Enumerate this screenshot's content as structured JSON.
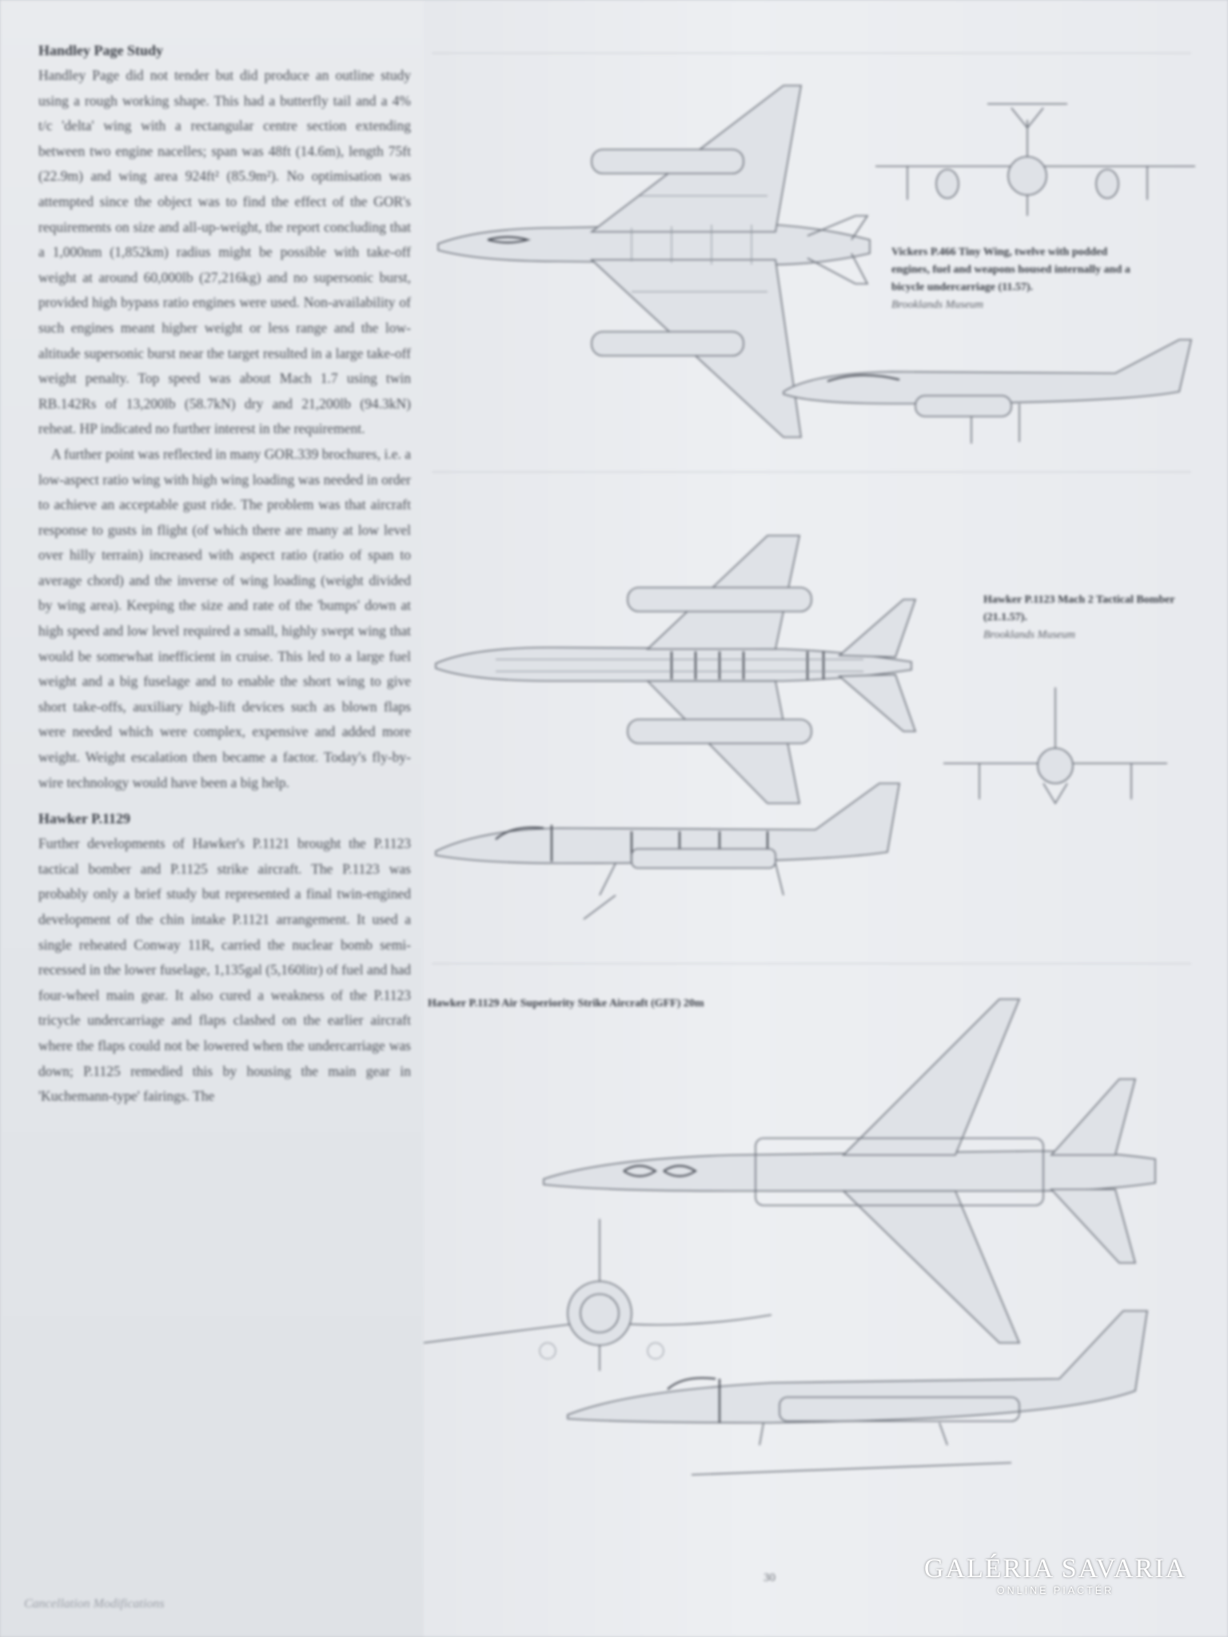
{
  "text": {
    "heading_hp": "Handley Page Study",
    "para_hp": "Handley Page did not tender but did produce an outline study using a rough working shape. This had a butterfly tail and a 4% t/c 'delta' wing with a rectangular centre section extending between two engine nacelles; span was 48ft (14.6m), length 75ft (22.9m) and wing area 924ft² (85.9m²). No optimisation was attempted since the object was to find the effect of the GOR's requirements on size and all-up-weight, the report concluding that a 1,000nm (1,852km) radius might be possible with take-off weight at around 60,000lb (27,216kg) and no supersonic burst, provided high bypass ratio engines were used. Non-availability of such engines meant higher weight or less range and the low-altitude supersonic burst near the target resulted in a large take-off weight penalty. Top speed was about Mach 1.7 using twin RB.142Rs of 13,200lb (58.7kN) dry and 21,200lb (94.3kN) reheat. HP indicated no further interest in the requirement.",
    "para_gust": "A further point was reflected in many GOR.339 brochures, i.e. a low-aspect ratio wing with high wing loading was needed in order to achieve an acceptable gust ride. The problem was that aircraft response to gusts in flight (of which there are many at low level over hilly terrain) increased with aspect ratio (ratio of span to average chord) and the inverse of wing loading (weight divided by wing area). Keeping the size and rate of the 'bumps' down at high speed and low level required a small, highly swept wing that would be somewhat inefficient in cruise. This led to a large fuel weight and a big fuselage and to enable the short wing to give short take-offs, auxiliary high-lift devices such as blown flaps were needed which were complex, expensive and added more weight. Weight escalation then became a factor. Today's fly-by-wire technology would have been a big help.",
    "heading_hawker": "Hawker P.1129",
    "para_hawker": "Further developments of Hawker's P.1121 brought the P.1123 tactical bomber and P.1125 strike aircraft. The P.1123 was probably only a brief study but represented a final twin-engined development of the chin intake P.1121 arrangement. It used a single reheated Conway 11R, carried the nuclear bomb semi-recessed in the lower fuselage, 1,135gal (5,160litr) of fuel and had four-wheel main gear. It also cured a weakness of the P.1123 tricycle undercarriage and flaps clashed on the earlier aircraft where the flaps could not be lowered when the undercarriage was down; P.1125 remedied this by housing the main gear in 'Kuchemann-type' fairings. The"
  },
  "captions": {
    "vickers_title": "Vickers P.466 Tiny Wing, twelve with podded engines, fuel and weapons housed internally and a bicycle undercarriage (11.57).",
    "vickers_credit": "Brooklands Museum",
    "hawker_1123_title": "Hawker P.1123 Mach 2 Tactical Bomber (21.1.57).",
    "hawker_1123_credit": "Brooklands Museum",
    "hawker_1129_title": "Hawker P.1129 Air Superiority Strike Aircraft (GFF) 20m"
  },
  "footer": {
    "running_title": "Cancellation Modifications",
    "page_number": "30"
  },
  "watermark": {
    "main": "GALÉRIA SAVARIA",
    "sub": "ONLINE PIACTÉR"
  }
}
